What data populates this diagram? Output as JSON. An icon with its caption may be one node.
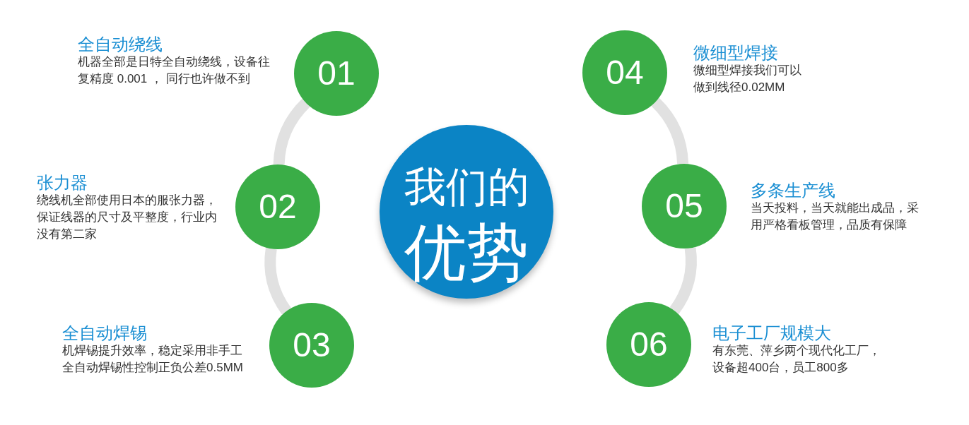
{
  "diagram": {
    "nodes": [
      {
        "text": [
          "我们的",
          "优势"
        ]
      },
      {
        "text": [
          "01"
        ],
        "beside": [
          "全自动绕线",
          "机器全部是日特全自动绕线，设备往复精度 0.001 ， 同行也许做不到"
        ]
      },
      {
        "text": [
          "02"
        ],
        "beside": [
          "张力器",
          "绕线机全部使用日本的服张力器，保证线器的尺寸及平整度，行业内没有第二家"
        ]
      },
      {
        "text": [
          "03"
        ],
        "beside": [
          "全自动焊锡",
          "机焊锡提升效率，稳定采用非手工全自动焊锡性控制正负公差0.5MM"
        ]
      },
      {
        "text": [
          "04"
        ],
        "beside": [
          "微细型焊接",
          "微细型焊接我们可以做到线径0.02MM"
        ]
      },
      {
        "text": [
          "05"
        ],
        "beside": [
          "多条生产线",
          "当天投料，当天就能出成品，采用严格看板管理，品质有保障"
        ]
      },
      {
        "text": [
          "06"
        ],
        "beside": [
          "电子工厂规模大",
          "有东莞、萍乡两个现代化工厂，设备超400台，员工800多"
        ]
      }
    ],
    "edges": [
      {
        "from": 1,
        "to": 2,
        "arrow": "none"
      },
      {
        "from": 2,
        "to": 3,
        "arrow": "none"
      },
      {
        "from": 4,
        "to": 5,
        "arrow": "none"
      },
      {
        "from": 5,
        "to": 6,
        "arrow": "none"
      }
    ]
  }
}
